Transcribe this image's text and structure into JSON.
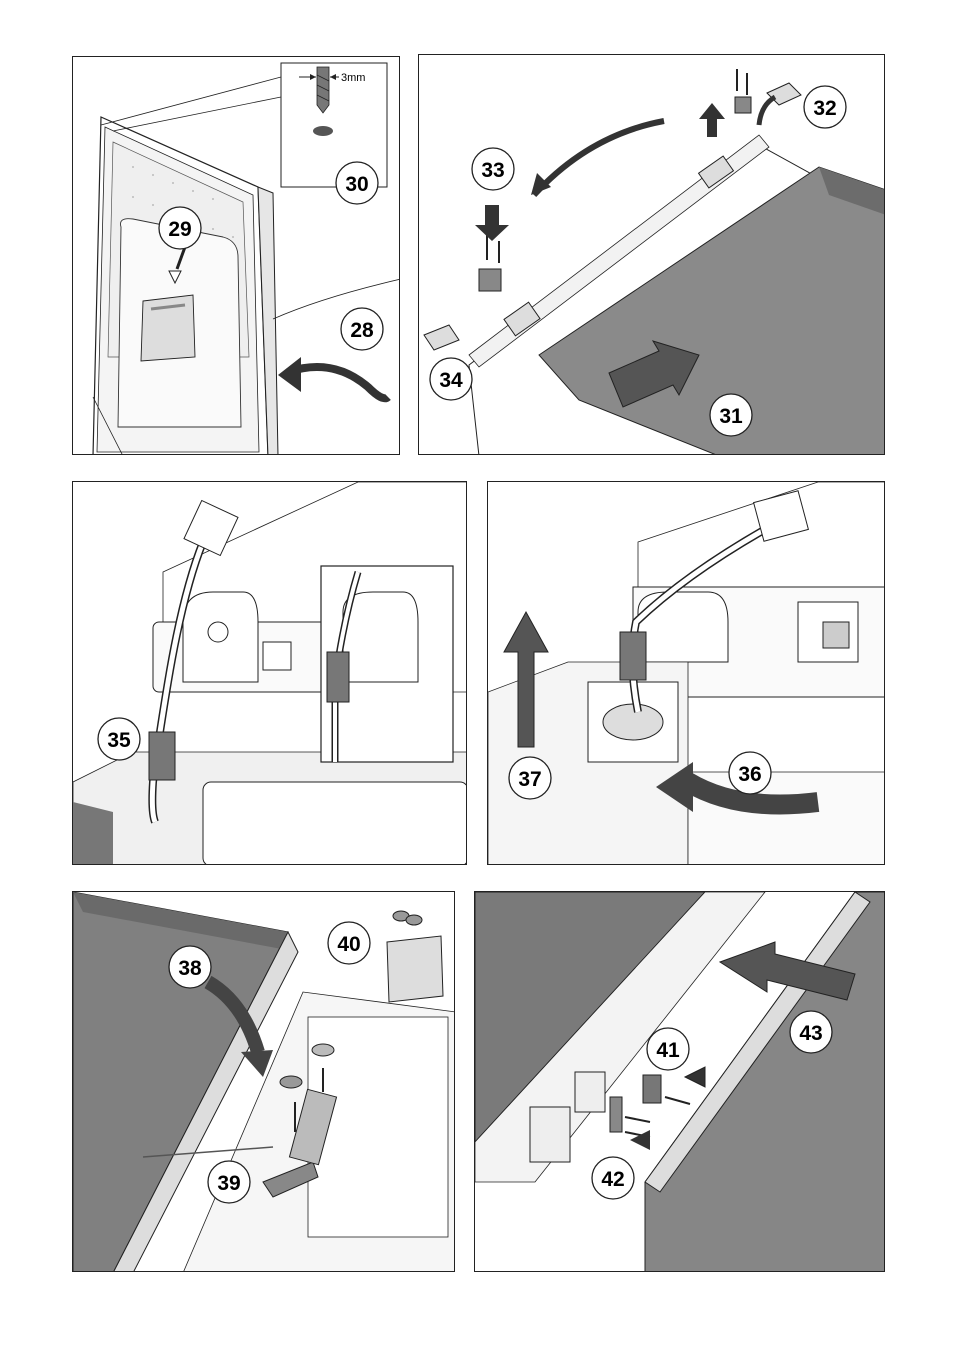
{
  "panels": [
    {
      "id": "p1",
      "steps": [
        "28",
        "29",
        "30"
      ],
      "dimension_label": "3mm"
    },
    {
      "id": "p2",
      "steps": [
        "31",
        "32",
        "33",
        "34"
      ]
    },
    {
      "id": "p3",
      "steps": [
        "35"
      ]
    },
    {
      "id": "p4",
      "steps": [
        "36",
        "37"
      ]
    },
    {
      "id": "p5",
      "steps": [
        "38",
        "39",
        "40"
      ]
    },
    {
      "id": "p6",
      "steps": [
        "41",
        "42",
        "43"
      ]
    }
  ],
  "colors": {
    "panel_dark": "#6a6a6a",
    "panel_mid": "#9a9a9a",
    "line": "#222222",
    "light_fill": "#eeeeee"
  }
}
